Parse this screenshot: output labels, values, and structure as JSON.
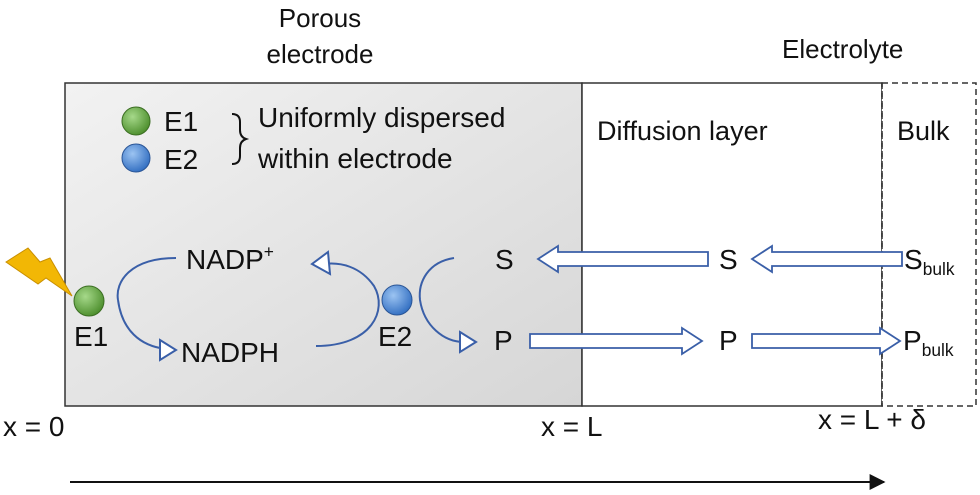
{
  "colors": {
    "e1_fill": "#5aa033",
    "e2_fill": "#3f7fd2",
    "arrow_stroke": "#3a5fa8",
    "lightning": "#f2b705",
    "electrode_bg": "#dddddd"
  },
  "regions": {
    "electrode_title": "Porous electrode",
    "electrode_title_line1": "Porous",
    "electrode_title_line2": "electrode",
    "electrolyte_title": "Electrolyte",
    "diffusion_layer": "Diffusion layer",
    "bulk": "Bulk"
  },
  "legend": {
    "e1": "E1",
    "e2": "E2",
    "note_line1": "Uniformly dispersed",
    "note_line2": "within electrode"
  },
  "species": {
    "e1_label": "E1",
    "e2_label": "E2",
    "nadp_base": "NADP",
    "nadp_sup": "+",
    "nadph": "NADPH",
    "s": "S",
    "p": "P",
    "s_diffusion": "S",
    "p_diffusion": "P",
    "s_bulk_base": "S",
    "s_bulk_sub": "bulk",
    "p_bulk_base": "P",
    "p_bulk_sub": "bulk"
  },
  "axis": {
    "x0": "x = 0",
    "xL": "x = L",
    "xLdelta": "x = L + δ"
  }
}
